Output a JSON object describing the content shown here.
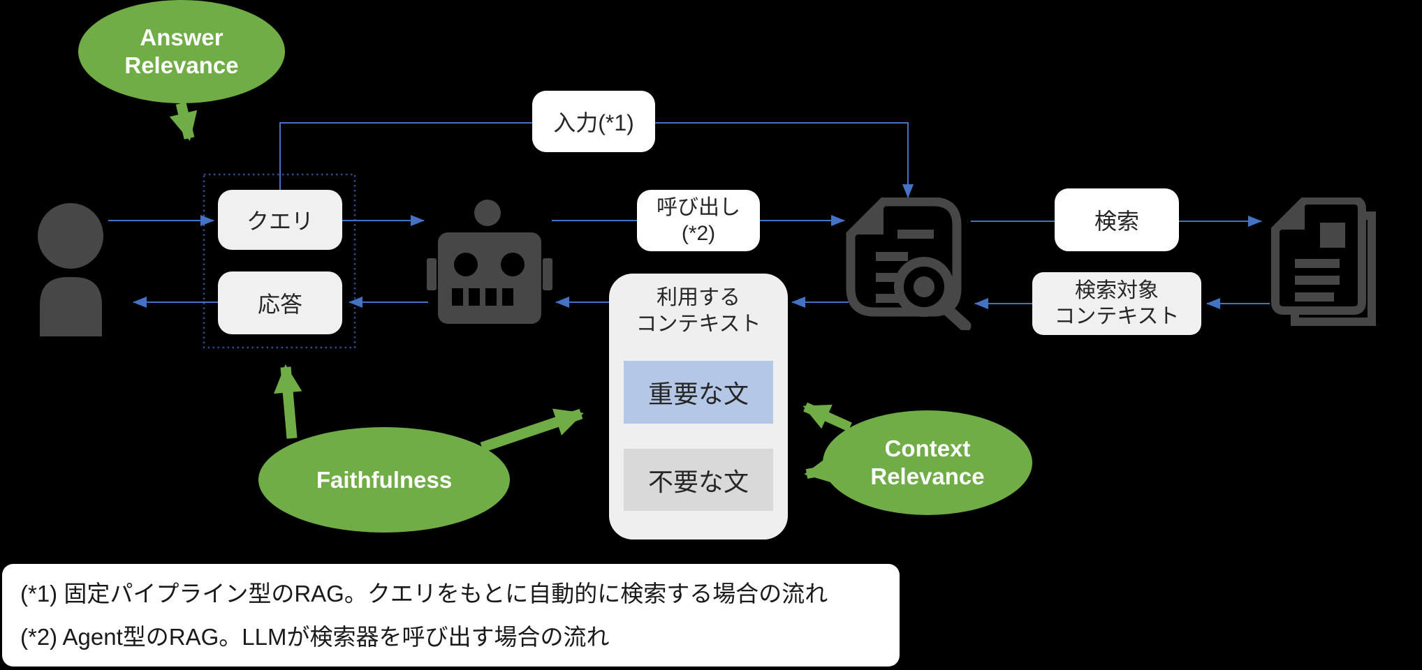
{
  "colors": {
    "background": "#000000",
    "metric_green": "#70ad47",
    "connector_blue": "#4472c4",
    "dotted_border_blue": "#2a4d8f",
    "highlight_blue": "#b4c7e7",
    "neutral_gray": "#d9d9d9",
    "box_gray": "#f0f0f0",
    "box_white": "#ffffff",
    "icon_gray": "#474747"
  },
  "metrics": {
    "answer_relevance": {
      "line1": "Answer",
      "line2": "Relevance"
    },
    "faithfulness": {
      "label": "Faithfulness"
    },
    "context_relevance": {
      "line1": "Context",
      "line2": "Relevance"
    }
  },
  "flow": {
    "query": "クエリ",
    "response": "応答",
    "input": "入力(*1)",
    "call_line1": "呼び出し",
    "call_line2": "(*2)",
    "search": "検索",
    "search_target_line1": "検索対象",
    "search_target_line2": "コンテキスト",
    "used_context_title_line1": "利用する",
    "used_context_title_line2": "コンテキスト",
    "important_sentence": "重要な文",
    "unneeded_sentence": "不要な文"
  },
  "icons": {
    "user": "user-silhouette-icon",
    "llm": "robot-icon",
    "retriever": "document-search-icon",
    "corpus": "documents-icon"
  },
  "footnotes": {
    "line1": "(*1) 固定パイプライン型のRAG。クエリをもとに自動的に検索する場合の流れ",
    "line2": "(*2) Agent型のRAG。LLMが検索器を呼び出す場合の流れ"
  }
}
